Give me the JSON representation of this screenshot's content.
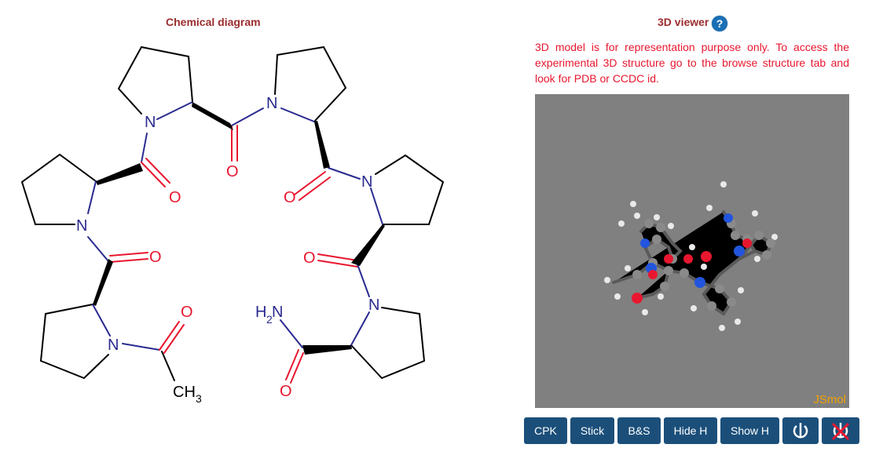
{
  "diagram": {
    "title": "Chemical diagram",
    "labels": {
      "n": "N",
      "o": "O",
      "h": "H",
      "sub2": "2",
      "ch": "CH",
      "sub3": "3"
    }
  },
  "viewer": {
    "title": "3D viewer",
    "help_glyph": "?",
    "notice": "3D model is for representation purpose only. To access the experimental 3D structure go to the browse structure tab and look for PDB or CCDC id.",
    "brand": "JSmol",
    "background_color": "#808080"
  },
  "toolbar": {
    "cpk": "CPK",
    "stick": "Stick",
    "bs": "B&S",
    "hide_h": "Hide H",
    "show_h": "Show H"
  },
  "colors": {
    "title": "#9b2d2d",
    "notice": "#e8172f",
    "button": "#1b4f7a",
    "nitrogen": "#2a2a8f",
    "oxygen": "#e8172f",
    "brand": "#f2a200"
  }
}
